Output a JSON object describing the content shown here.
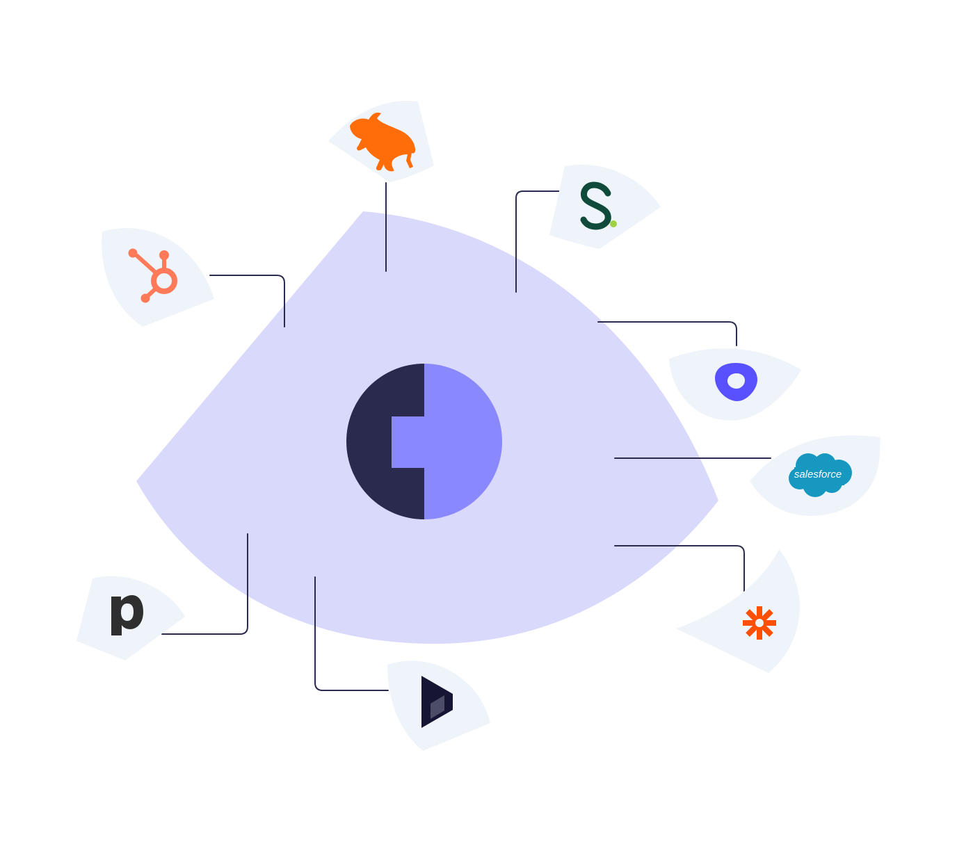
{
  "diagram": {
    "hub": {
      "name": "central-platform",
      "colors": {
        "dark": "#2a2a4e",
        "light": "#8a88fd"
      }
    },
    "colors": {
      "blob": "#d9d9fc",
      "tile": "#eff4fa",
      "connector": "#2a2a4e"
    },
    "integrations": [
      {
        "id": "hubspot",
        "icon": "hubspot-sprocket-icon",
        "color": "#ff7a59"
      },
      {
        "id": "close",
        "icon": "bull-icon",
        "color": "#ff6c0a"
      },
      {
        "id": "salesloft",
        "icon": "letter-s-icon",
        "color": "#0f4a3a",
        "accent": "#9fd140"
      },
      {
        "id": "outreach",
        "icon": "outreach-ring-icon",
        "color": "#5951ff"
      },
      {
        "id": "salesforce",
        "icon": "salesforce-cloud-icon",
        "color": "#1798c1",
        "label": "salesforce"
      },
      {
        "id": "zapier",
        "icon": "zapier-asterisk-icon",
        "color": "#ff4f00"
      },
      {
        "id": "dynamics",
        "icon": "dynamics-play-icon",
        "color": "#161634"
      },
      {
        "id": "pipedrive",
        "icon": "pipedrive-p-icon",
        "color": "#2f2f2f"
      }
    ]
  }
}
